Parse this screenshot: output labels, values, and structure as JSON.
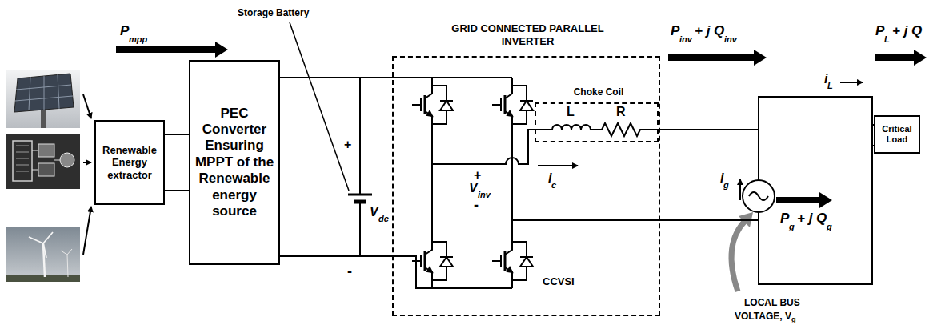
{
  "diagram": {
    "nodes": [
      {
        "text": [
          "Renewable Energy extractor"
        ]
      },
      {
        "text": [
          "PEC Converter Ensuring MPPT of the Renewable energy source"
        ]
      },
      {
        "text": [
          "GRID CONNECTED PARALLEL INVERTER"
        ]
      },
      {
        "text": [
          "Choke Coil"
        ],
        "in": 2
      },
      {
        "text": [
          "Critical Load"
        ]
      }
    ],
    "edges": [
      {
        "from": 0,
        "to": 1,
        "arrow": "none"
      },
      {
        "from": 0,
        "to": 1,
        "arrow": "none"
      },
      {
        "from": 1,
        "to": 2,
        "arrow": "none"
      },
      {
        "from": 1,
        "to": 2,
        "arrow": "none"
      },
      {
        "from": 3,
        "to": 4,
        "arrow": "none"
      },
      {
        "from": 2,
        "to": 4,
        "arrow": "none"
      }
    ],
    "labels": [
      "P",
      "mpp",
      "Storage Battery",
      "+",
      "V",
      "dc",
      "-",
      "+",
      "V",
      "inv",
      "-",
      "i",
      "c",
      "L",
      "R",
      "CCVSI",
      "P",
      "inv",
      "+ j Q",
      "inv",
      "i",
      "L",
      "P",
      "L",
      "+ j Q",
      "i",
      "g",
      "P",
      "g",
      "+ j Q",
      "g",
      "LOCAL BUS",
      "VOLTAGE, V",
      "g"
    ]
  }
}
